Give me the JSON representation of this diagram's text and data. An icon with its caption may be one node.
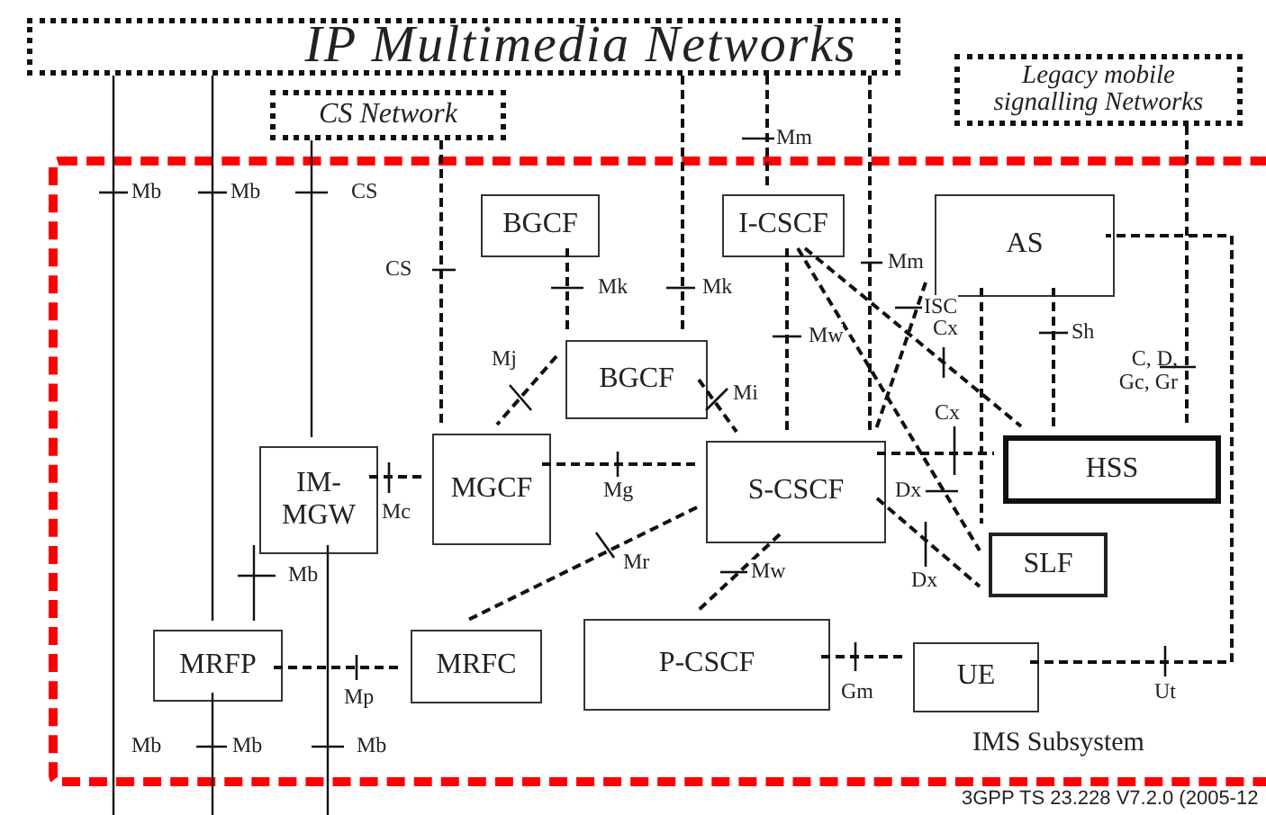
{
  "diagram": {
    "nodes": [
      {
        "text": [
          "IP Multimedia Networks"
        ]
      },
      {
        "text": [
          "CS Network"
        ]
      },
      {
        "text": [
          "Legacy mobile signalling Networks"
        ]
      },
      {
        "text": [
          "IMS Subsystem"
        ]
      },
      {
        "text": [
          "BGCF"
        ],
        "in": 3
      },
      {
        "text": [
          "I-CSCF"
        ],
        "in": 3
      },
      {
        "text": [
          "AS"
        ],
        "in": 3
      },
      {
        "text": [
          "BGCF"
        ],
        "in": 3
      },
      {
        "text": [
          "IM- MGW"
        ],
        "in": 3
      },
      {
        "text": [
          "MGCF"
        ],
        "in": 3
      },
      {
        "text": [
          "S-CSCF"
        ],
        "in": 3
      },
      {
        "text": [
          "HSS"
        ],
        "in": 3
      },
      {
        "text": [
          "SLF"
        ],
        "in": 3
      },
      {
        "text": [
          "MRFP"
        ],
        "in": 3
      },
      {
        "text": [
          "MRFC"
        ],
        "in": 3
      },
      {
        "text": [
          "P-CSCF"
        ],
        "in": 3
      },
      {
        "text": [
          "UE"
        ],
        "in": 3
      }
    ],
    "edges": [
      {
        "from": 0,
        "to": null,
        "arrow": "none",
        "label": "Mb"
      },
      {
        "from": 0,
        "to": 13,
        "arrow": "none",
        "label": "Mb"
      },
      {
        "from": 13,
        "to": null,
        "arrow": "none",
        "label": "Mb"
      },
      {
        "from": 1,
        "to": 8,
        "arrow": "none",
        "label": "CS"
      },
      {
        "from": 8,
        "to": 13,
        "arrow": "none",
        "label": "Mb"
      },
      {
        "from": 8,
        "to": null,
        "arrow": "none",
        "label": "Mb"
      },
      {
        "from": 1,
        "to": 9,
        "arrow": "none",
        "label": "CS",
        "style": "dashed"
      },
      {
        "from": 4,
        "to": 7,
        "arrow": "none",
        "label": "Mk",
        "style": "dashed"
      },
      {
        "from": 0,
        "to": 7,
        "arrow": "none",
        "label": "Mk",
        "style": "dashed"
      },
      {
        "from": 0,
        "to": 5,
        "arrow": "none",
        "label": "Mm",
        "style": "dashed"
      },
      {
        "from": 0,
        "to": 10,
        "arrow": "none",
        "label": "Mm",
        "style": "dashed"
      },
      {
        "from": 7,
        "to": 9,
        "arrow": "none",
        "label": "Mj",
        "style": "dashed"
      },
      {
        "from": 7,
        "to": 10,
        "arrow": "none",
        "label": "Mi",
        "style": "dashed"
      },
      {
        "from": 8,
        "to": 9,
        "arrow": "none",
        "label": "Mc",
        "style": "dashed"
      },
      {
        "from": 9,
        "to": 10,
        "arrow": "none",
        "label": "Mg",
        "style": "dashed"
      },
      {
        "from": 10,
        "to": 14,
        "arrow": "none",
        "label": "Mr",
        "style": "dashed"
      },
      {
        "from": 10,
        "to": 15,
        "arrow": "none",
        "label": "Mw",
        "style": "dashed"
      },
      {
        "from": 13,
        "to": 14,
        "arrow": "none",
        "label": "Mp",
        "style": "dashed"
      },
      {
        "from": 15,
        "to": 16,
        "arrow": "none",
        "label": "Gm",
        "style": "dashed"
      },
      {
        "from": 16,
        "to": 6,
        "arrow": "none",
        "label": "Ut",
        "style": "dashed"
      },
      {
        "from": 2,
        "to": 11,
        "arrow": "none",
        "label": "C, D, Gc, Gr",
        "style": "dashed"
      },
      {
        "from": 5,
        "to": 10,
        "arrow": "none",
        "label": "Mw",
        "style": "dashed"
      },
      {
        "from": 6,
        "to": 10,
        "arrow": "none",
        "label": "ISC",
        "style": "dashed"
      },
      {
        "from": 5,
        "to": 11,
        "arrow": "none",
        "label": "Cx",
        "style": "dashed"
      },
      {
        "from": 5,
        "to": 12,
        "arrow": "none",
        "label": "Dx",
        "style": "dashed"
      },
      {
        "from": 10,
        "to": 11,
        "arrow": "none",
        "label": "Cx",
        "style": "dashed"
      },
      {
        "from": 10,
        "to": 12,
        "arrow": "none",
        "label": "Dx",
        "style": "dashed"
      },
      {
        "from": 6,
        "to": 11,
        "arrow": "none",
        "label": "Sh",
        "style": "dashed"
      },
      {
        "from": 6,
        "to": 12,
        "arrow": "none",
        "style": "dashed"
      }
    ],
    "labels": [
      "Mb",
      "3GPP TS 23.228 V7.2.0 (2005-12"
    ]
  }
}
